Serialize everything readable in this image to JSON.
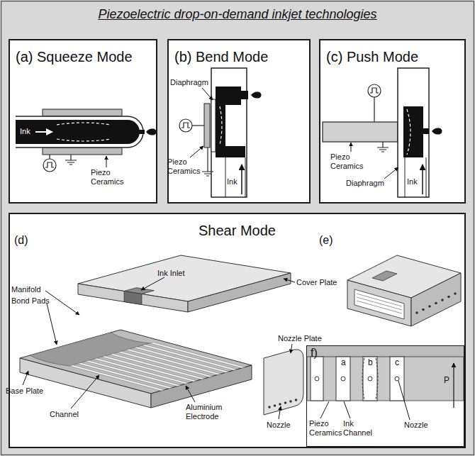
{
  "diagram": {
    "title": "Piezoelectric drop-on-demand inkjet technologies",
    "nodes": [
      {
        "text": [
          "(a) Squeeze Mode"
        ]
      },
      {
        "text": [
          "(b) Bend Mode"
        ]
      },
      {
        "text": [
          "(c) Push Mode"
        ]
      },
      {
        "text": [
          "Shear Mode"
        ]
      },
      {
        "text": [
          "f)"
        ],
        "in": 3
      }
    ],
    "labels": [
      "Ink",
      "Piezo Ceramics",
      "Diaphragm",
      "Piezo Ceramics",
      "Ink",
      "Piezo Ceramics",
      "Diaphragm",
      "Ink",
      "(d)",
      "Ink Inlet",
      "Cover Plate",
      "Manifold",
      "Bond Pads",
      "Base Plate",
      "Channel",
      "Aluminium Electrode",
      "Nozzle Plate",
      "Nozzle",
      "(e)",
      "a",
      "b",
      "c",
      "P",
      "Piezo Ceramics",
      "Ink Channel",
      "Nozzle"
    ]
  }
}
